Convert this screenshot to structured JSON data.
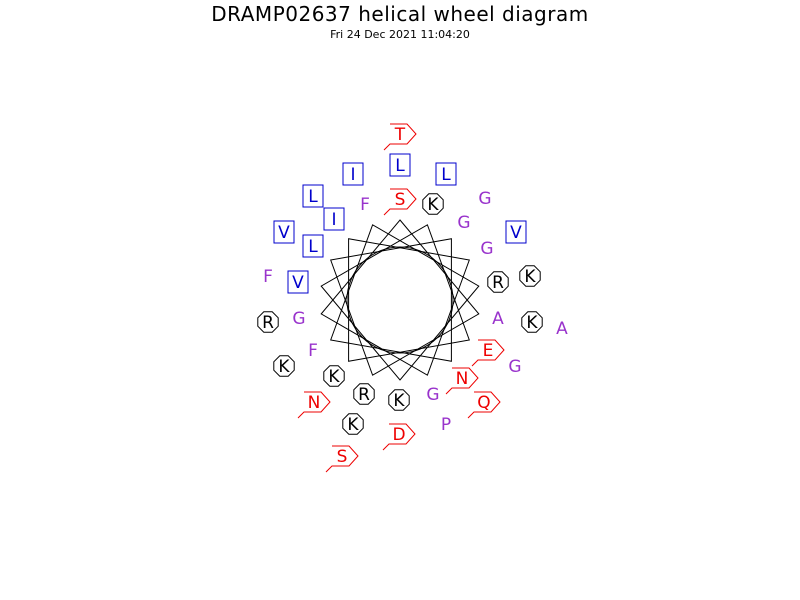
{
  "title": "DRAMP02637 helical wheel diagram",
  "timestamp": "Fri 24 Dec 2021 11:04:20",
  "colors": {
    "hydrophobic": "#0000cc",
    "polar": "#9933cc",
    "charged_negative_or_polar_amide": "#ee0000",
    "charged_positive": "#000000"
  },
  "residues": [
    {
      "letter": "T",
      "style": "pentagon"
    },
    {
      "letter": "L",
      "style": "square"
    },
    {
      "letter": "I",
      "style": "square"
    },
    {
      "letter": "L",
      "style": "square"
    },
    {
      "letter": "S",
      "style": "pentagon"
    },
    {
      "letter": "K",
      "style": "octagon"
    },
    {
      "letter": "G",
      "style": "plain"
    },
    {
      "letter": "G",
      "style": "plain"
    },
    {
      "letter": "V",
      "style": "square"
    },
    {
      "letter": "G",
      "style": "plain"
    },
    {
      "letter": "F",
      "style": "plain"
    },
    {
      "letter": "L",
      "style": "square"
    },
    {
      "letter": "I",
      "style": "square"
    },
    {
      "letter": "V",
      "style": "square"
    },
    {
      "letter": "L",
      "style": "square"
    },
    {
      "letter": "K",
      "style": "octagon"
    },
    {
      "letter": "R",
      "style": "octagon"
    },
    {
      "letter": "F",
      "style": "plain"
    },
    {
      "letter": "V",
      "style": "square"
    },
    {
      "letter": "K",
      "style": "octagon"
    },
    {
      "letter": "A",
      "style": "plain"
    },
    {
      "letter": "A",
      "style": "plain"
    },
    {
      "letter": "R",
      "style": "octagon"
    },
    {
      "letter": "G",
      "style": "plain"
    },
    {
      "letter": "E",
      "style": "pentagon"
    },
    {
      "letter": "G",
      "style": "plain"
    },
    {
      "letter": "F",
      "style": "plain"
    },
    {
      "letter": "N",
      "style": "pentagon"
    },
    {
      "letter": "Q",
      "style": "pentagon"
    },
    {
      "letter": "K",
      "style": "octagon"
    },
    {
      "letter": "K",
      "style": "octagon"
    },
    {
      "letter": "G",
      "style": "plain"
    },
    {
      "letter": "N",
      "style": "pentagon"
    },
    {
      "letter": "R",
      "style": "octagon"
    },
    {
      "letter": "K",
      "style": "octagon"
    },
    {
      "letter": "P",
      "style": "plain"
    },
    {
      "letter": "K",
      "style": "octagon"
    },
    {
      "letter": "D",
      "style": "pentagon"
    },
    {
      "letter": "S",
      "style": "pentagon"
    }
  ]
}
